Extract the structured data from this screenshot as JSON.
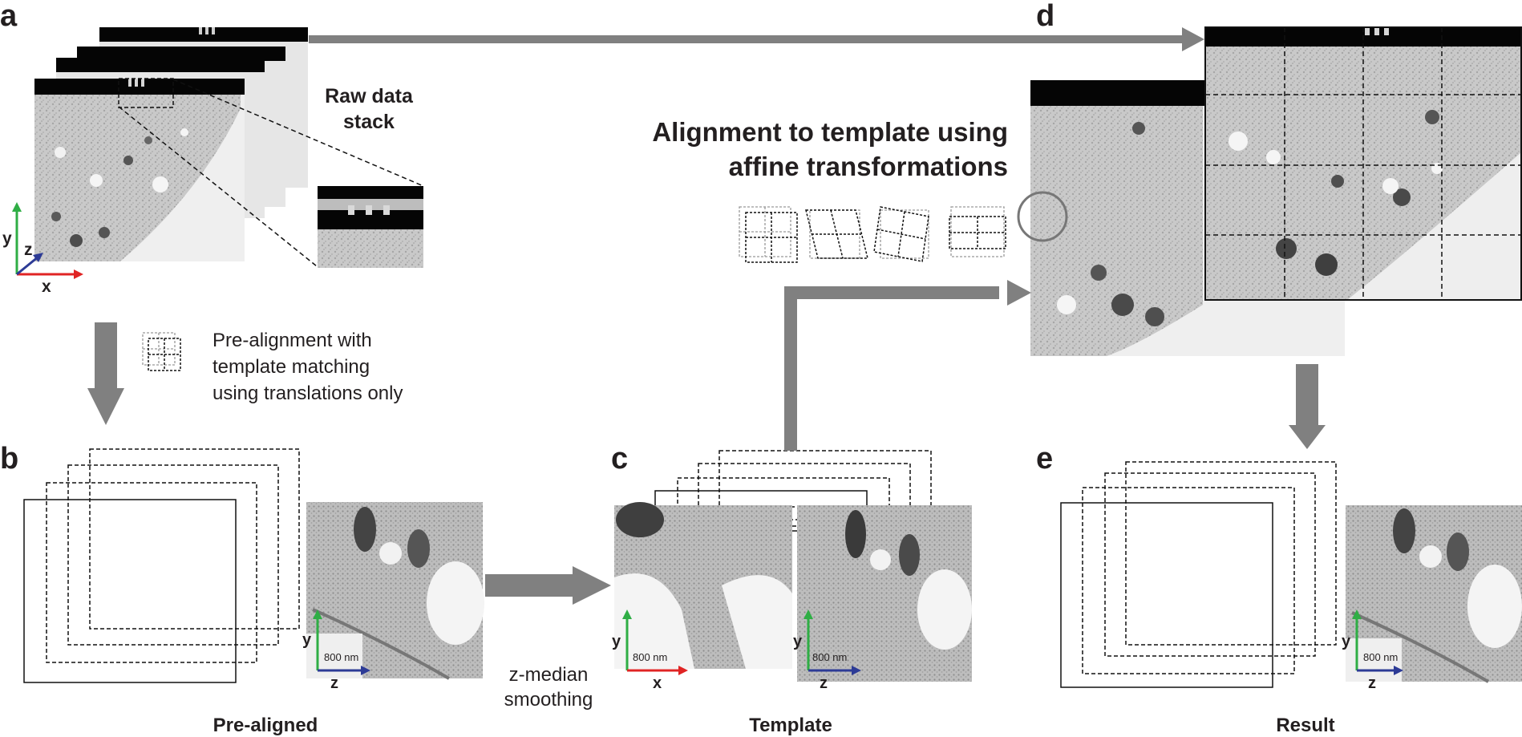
{
  "panels": {
    "a": "a",
    "b": "b",
    "c": "c",
    "d": "d",
    "e": "e"
  },
  "axes": {
    "a": {
      "y": "y",
      "z": "z",
      "x": "x"
    },
    "b": {
      "y": "y",
      "z": "z",
      "scale": "800 nm"
    },
    "c_left": {
      "y": "y",
      "x": "x",
      "scale": "800 nm"
    },
    "c_right": {
      "y": "y",
      "z": "z",
      "scale": "800 nm"
    },
    "e": {
      "y": "y",
      "z": "z",
      "scale": "800 nm"
    }
  },
  "labels": {
    "raw_stack": [
      "Raw data",
      "stack"
    ],
    "prealign": [
      "Pre-alignment with",
      "template matching",
      "using translations only"
    ],
    "affine": [
      "Alignment to template using",
      "affine transformations"
    ],
    "zmedian": [
      "z-median",
      "smoothing"
    ],
    "captions": {
      "b": "Pre-aligned",
      "c": "Template",
      "e": "Result"
    }
  },
  "colors": {
    "arrow": "#808080",
    "axis_y": "#2fae45",
    "axis_x": "#e02424",
    "axis_z": "#2d3b96",
    "em_bg": "#c6c6c6",
    "detector_bar": "#050505"
  }
}
